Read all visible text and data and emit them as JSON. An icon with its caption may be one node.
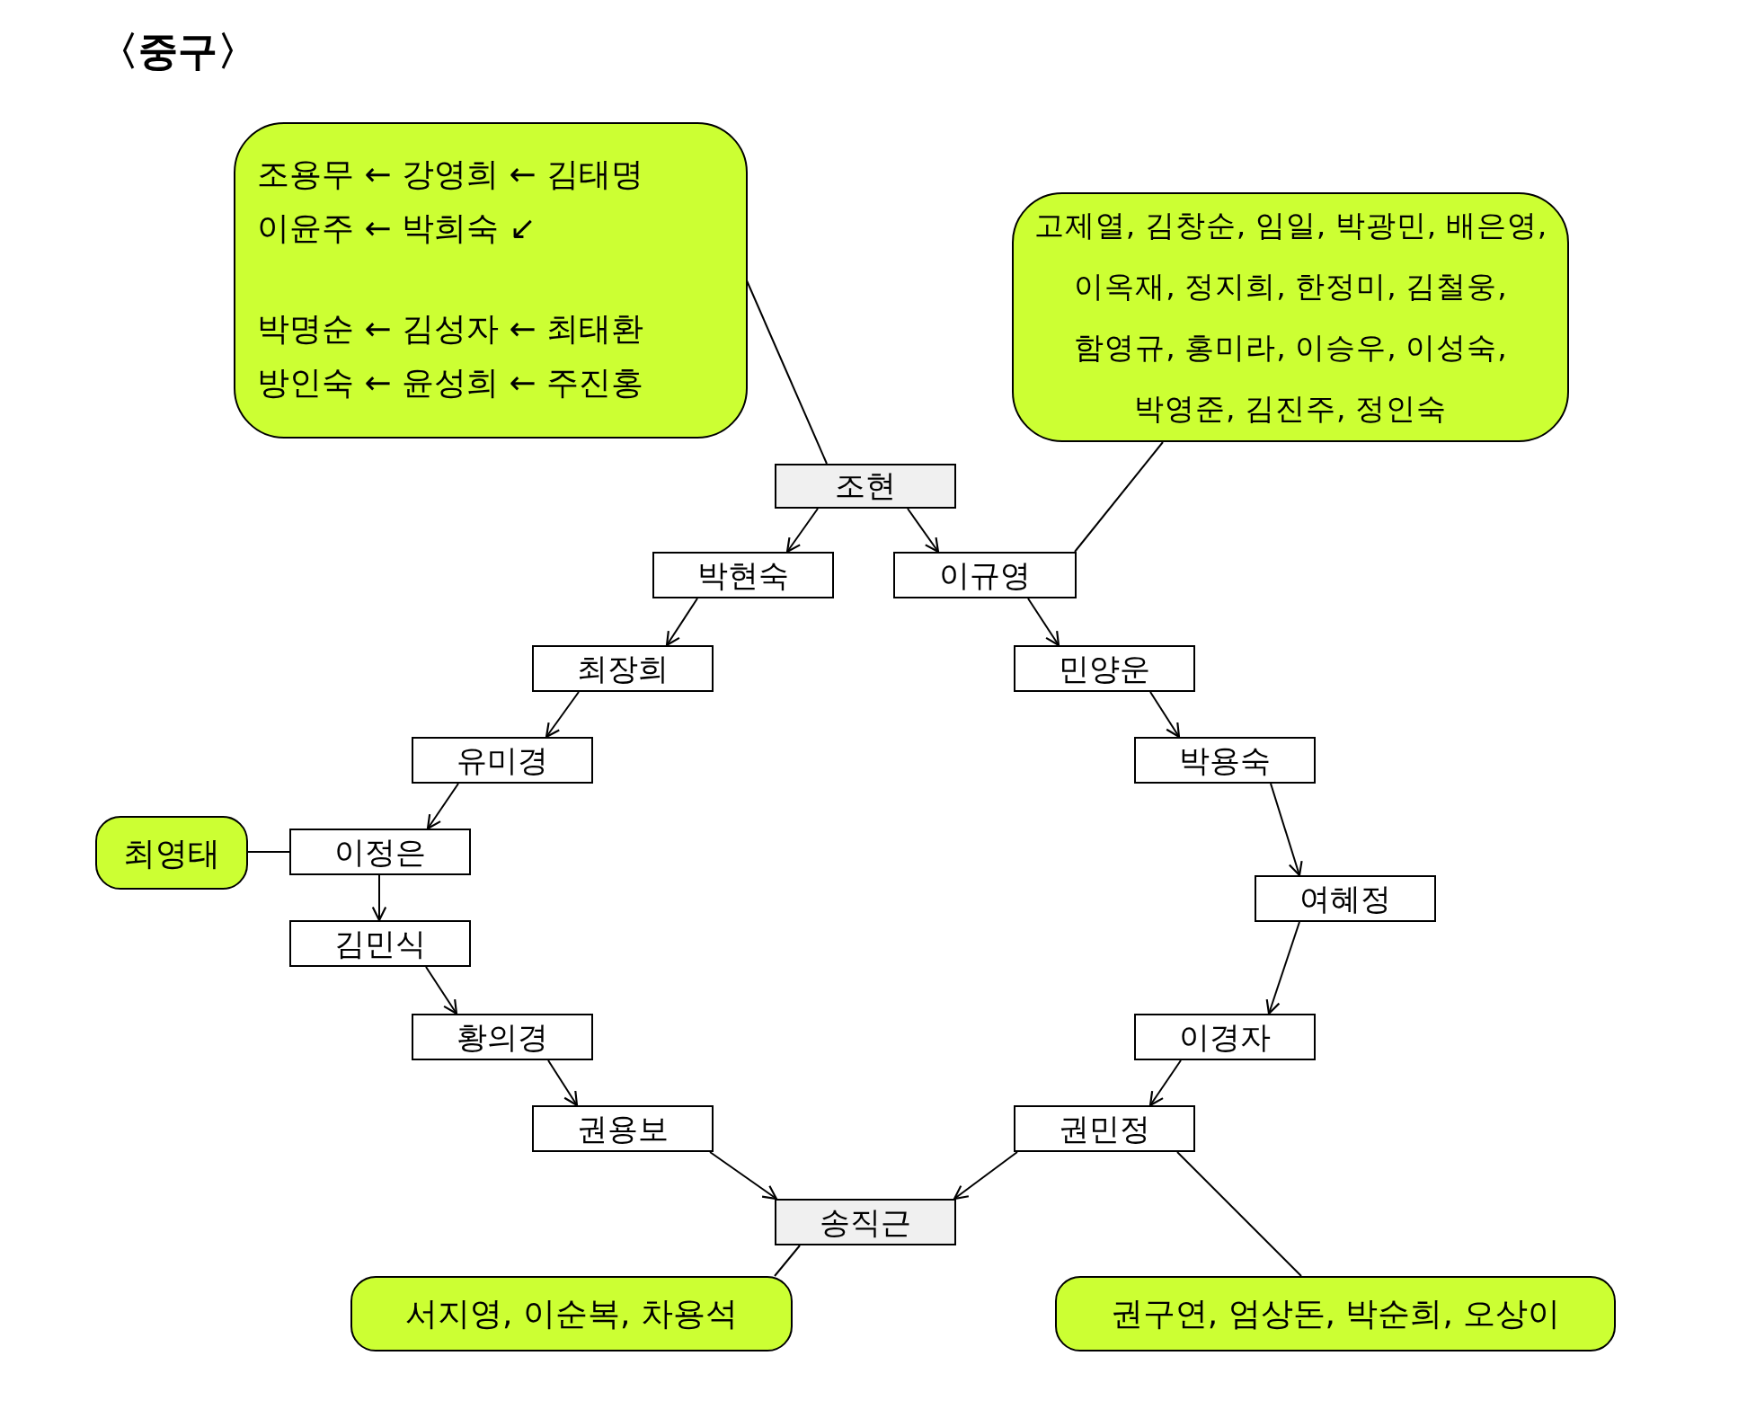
{
  "diagram": {
    "title": "〈중구〉",
    "nodes": [
      {
        "text": [
          "조용무 ← 강영희 ← 김태명",
          "이윤주 ← 박희숙 ↙",
          "박명순 ← 김성자 ← 최태환",
          "방인숙 ← 윤성희 ← 주진홍"
        ]
      },
      {
        "text": [
          "고제열, 김창순, 임일, 박광민, 배은영, 이옥재, 정지희, 한정미, 김철웅, 함영규, 홍미라, 이승우, 이성숙, 박영준, 김진주, 정인숙"
        ]
      },
      {
        "text": [
          "조현"
        ]
      },
      {
        "text": [
          "박현숙"
        ]
      },
      {
        "text": [
          "이규영"
        ]
      },
      {
        "text": [
          "최장희"
        ]
      },
      {
        "text": [
          "민양운"
        ]
      },
      {
        "text": [
          "유미경"
        ]
      },
      {
        "text": [
          "박용숙"
        ]
      },
      {
        "text": [
          "최영태"
        ]
      },
      {
        "text": [
          "이정은"
        ]
      },
      {
        "text": [
          "여혜정"
        ]
      },
      {
        "text": [
          "김민식"
        ]
      },
      {
        "text": [
          "황의경"
        ]
      },
      {
        "text": [
          "이경자"
        ]
      },
      {
        "text": [
          "권용보"
        ]
      },
      {
        "text": [
          "권민정"
        ]
      },
      {
        "text": [
          "송직근"
        ]
      },
      {
        "text": [
          "서지영, 이순복, 차용석"
        ]
      },
      {
        "text": [
          "권구연, 엄상돈, 박순희, 오상이"
        ]
      }
    ],
    "edges": [
      {
        "from": 0,
        "to": 2,
        "arrow": "none"
      },
      {
        "from": 1,
        "to": 4,
        "arrow": "none"
      },
      {
        "from": 2,
        "to": 3,
        "arrow": "to"
      },
      {
        "from": 2,
        "to": 4,
        "arrow": "to"
      },
      {
        "from": 3,
        "to": 5,
        "arrow": "to"
      },
      {
        "from": 5,
        "to": 7,
        "arrow": "to"
      },
      {
        "from": 7,
        "to": 10,
        "arrow": "to"
      },
      {
        "from": 9,
        "to": 10,
        "arrow": "none"
      },
      {
        "from": 10,
        "to": 12,
        "arrow": "to"
      },
      {
        "from": 12,
        "to": 13,
        "arrow": "to"
      },
      {
        "from": 13,
        "to": 15,
        "arrow": "to"
      },
      {
        "from": 15,
        "to": 17,
        "arrow": "to"
      },
      {
        "from": 4,
        "to": 6,
        "arrow": "to"
      },
      {
        "from": 6,
        "to": 8,
        "arrow": "to"
      },
      {
        "from": 8,
        "to": 11,
        "arrow": "to"
      },
      {
        "from": 11,
        "to": 14,
        "arrow": "to"
      },
      {
        "from": 14,
        "to": 16,
        "arrow": "to"
      },
      {
        "from": 16,
        "to": 17,
        "arrow": "to"
      },
      {
        "from": 17,
        "to": 18,
        "arrow": "none"
      },
      {
        "from": 16,
        "to": 19,
        "arrow": "none"
      }
    ]
  }
}
